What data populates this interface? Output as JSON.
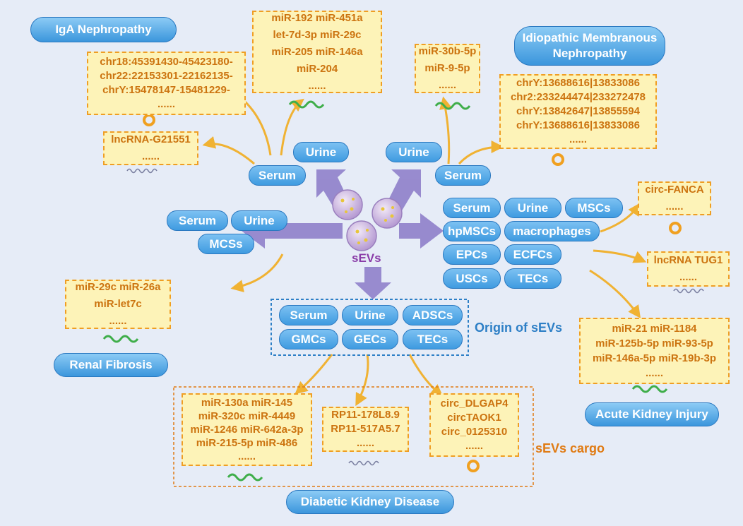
{
  "diseases": {
    "iga": "IgA Nephropathy",
    "imn": "Idiopathic Membranous\nNephropathy",
    "renal": "Renal Fibrosis",
    "aki": "Acute Kidney Injury",
    "dkd": "Diabetic Kidney Disease"
  },
  "center": {
    "label": "sEVs"
  },
  "origin_label": "Origin of sEVs",
  "cargo_label": "sEVs cargo",
  "iga": {
    "serum": "Serum",
    "urine": "Urine",
    "chr_lines": [
      "chr18:45391430-45423180-",
      "chr22:22153301-22162135-",
      "chrY:15478147-15481229-",
      "......"
    ],
    "mir_lines": [
      "miR-192 miR-451a",
      "let-7d-3p miR-29c",
      "miR-205 miR-146a",
      "miR-204",
      "......"
    ],
    "lnc_lines": [
      "lncRNA-G21551",
      "......"
    ]
  },
  "imn": {
    "urine": "Urine",
    "serum": "Serum",
    "mir_lines": [
      "miR-30b-5p",
      "miR-9-5p",
      "......"
    ],
    "chr_lines": [
      "chrY:13688616|13833086",
      "chr2:233244474|233272478",
      "chrY:13842647|13855594",
      "chrY:13688616|13833086",
      "......"
    ]
  },
  "renal": {
    "serum": "Serum",
    "urine": "Urine",
    "mcss": "MCSs",
    "lines": [
      "miR-29c miR-26a",
      "miR-let7c",
      "......"
    ]
  },
  "aki": {
    "sources": [
      "Serum",
      "Urine",
      "MSCs",
      "hpMSCs",
      "macrophages",
      "EPCs",
      "ECFCs",
      "USCs",
      "TECs"
    ],
    "circ_lines": [
      "circ-FANCA",
      "......"
    ],
    "lnc_lines": [
      "lncRNA TUG1",
      "......"
    ],
    "mir_lines": [
      "miR-21 miR-1184",
      "miR-125b-5p miR-93-5p",
      "miR-146a-5p miR-19b-3p",
      "......"
    ]
  },
  "dkd": {
    "sources": [
      "Serum",
      "Urine",
      "ADSCs",
      "GMCs",
      "GECs",
      "TECs"
    ],
    "mir_lines": [
      "miR-130a miR-145",
      "miR-320c miR-4449",
      "miR-1246 miR-642a-3p",
      "miR-215-5p miR-486",
      "......"
    ],
    "rp_lines": [
      "RP11-178L8.9",
      "RP11-517A5.7",
      "......"
    ],
    "circ_lines": [
      "circ_DLGAP4",
      "circTAOK1",
      "circ_0125310",
      "......"
    ]
  },
  "colors": {
    "pill": "#3f9be0",
    "box_fill": "#fdf3b8",
    "box_border": "#ef9e24",
    "box_text": "#cc7410",
    "arrow": "#8878c8",
    "origin": "#2d7fc6",
    "cargo": "#e07a12",
    "sevs": "#8a3da8"
  }
}
